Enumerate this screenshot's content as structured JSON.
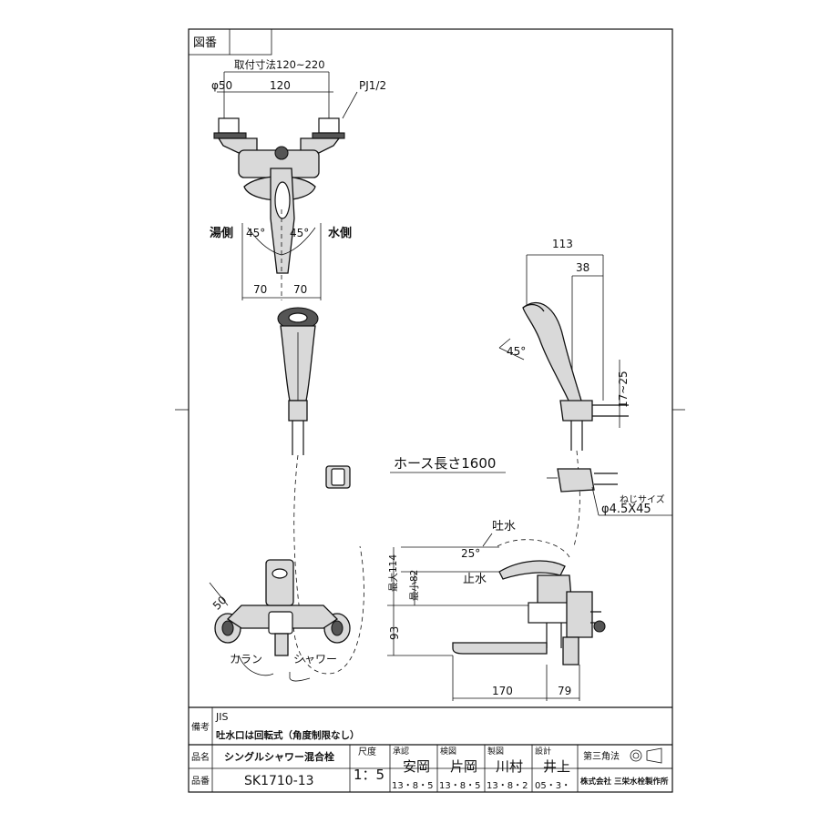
{
  "title_block": {
    "zuban_label": "図番",
    "biko_label": "備考",
    "biko_line1": "JIS",
    "biko_line2": "吐水口は回転式（角度制限なし）",
    "hinmei_label": "品名",
    "hinmei_value": "シングルシャワー混合栓",
    "hinban_label": "品番",
    "hinban_value": "SK1710-13",
    "shakudo_label": "尺度",
    "shakudo_value": "1：5",
    "shonin_label": "承認",
    "shonin_name": "安岡",
    "shonin_date": "13・8・5",
    "kenzu_label": "検図",
    "kenzu_name": "片岡",
    "kenzu_date": "13・8・5",
    "seizu_label": "製図",
    "seizu_name": "川村",
    "seizu_date": "13・8・2",
    "sekkei_label": "設計",
    "sekkei_name": "井上",
    "sekkei_date": "05・3・",
    "projection_label": "第三角法",
    "company": "株式会社 三栄水栓製作所"
  },
  "dimensions": {
    "mount_range": "取付寸法120~220",
    "phi50": "φ50",
    "d120": "120",
    "pj": "PJ1/2",
    "hot_side": "湯側",
    "cold_side": "水側",
    "angle_left": "45°",
    "angle_right": "45°",
    "d70_left": "70",
    "d70_right": "70",
    "d113": "113",
    "d38": "38",
    "angle_head": "45°",
    "d17_25": "17~25",
    "hose_length": "ホース長さ1600",
    "screw_label": "ねじサイズ",
    "screw_value": "φ4.5X45",
    "spout_water": "吐水",
    "angle_25": "25°",
    "stop_water": "止水",
    "max114": "最大114",
    "min82": "最小82",
    "d93": "93",
    "d170": "170",
    "d79": "79",
    "d50": "50",
    "karan": "カラン",
    "shower": "シャワー"
  }
}
